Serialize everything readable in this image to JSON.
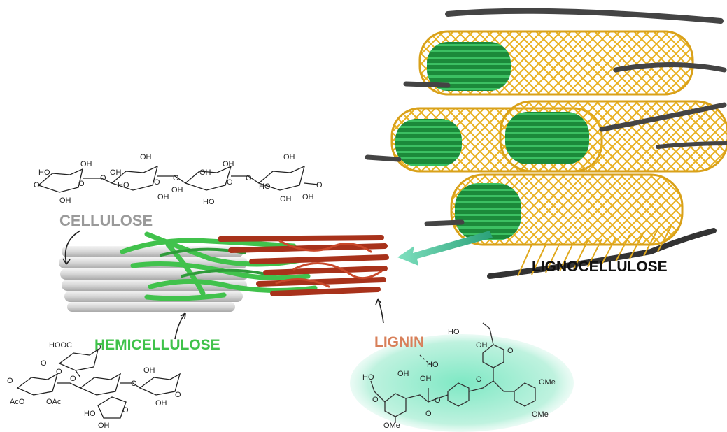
{
  "labels": {
    "cellulose": "CELLULOSE",
    "hemicellulose": "HEMICELLULOSE",
    "lignin": "LIGNIN",
    "lignocellulose": "LIGNOCELLULOSE"
  },
  "colors": {
    "cellulose": "#9a9a9a",
    "hemicellulose": "#3fc24a",
    "lignin": "#d8805a",
    "lignocellulose": "#111111",
    "fiber_green": "#1f8a3c",
    "lignin_mesh": "#e8b01f",
    "lignin_red": "#a8321b",
    "arrow": "#3cb38a",
    "bubble": "#b8f0dc"
  },
  "chem": {
    "cellulose_atoms": [
      "OH",
      "OH",
      "OH",
      "OH",
      "HO",
      "OH",
      "HO",
      "OH",
      "HO",
      "O",
      "O",
      "O",
      "O",
      "O",
      "O",
      "O",
      "OH",
      "OH",
      "HO",
      "OH",
      "OH",
      "OH",
      "O"
    ],
    "hemi_atoms": [
      "HOOC",
      "O",
      "O",
      "O",
      "OH",
      "O",
      "O",
      "O",
      "O",
      "AcO",
      "OAc",
      "HO",
      "OH",
      "OH",
      "O"
    ],
    "lignin_atoms": [
      "OH",
      "HO",
      "OH",
      "HO",
      "O",
      "OMe",
      "O",
      "O",
      "OH",
      "HO",
      "O",
      "O",
      "OMe",
      "OMe"
    ]
  }
}
